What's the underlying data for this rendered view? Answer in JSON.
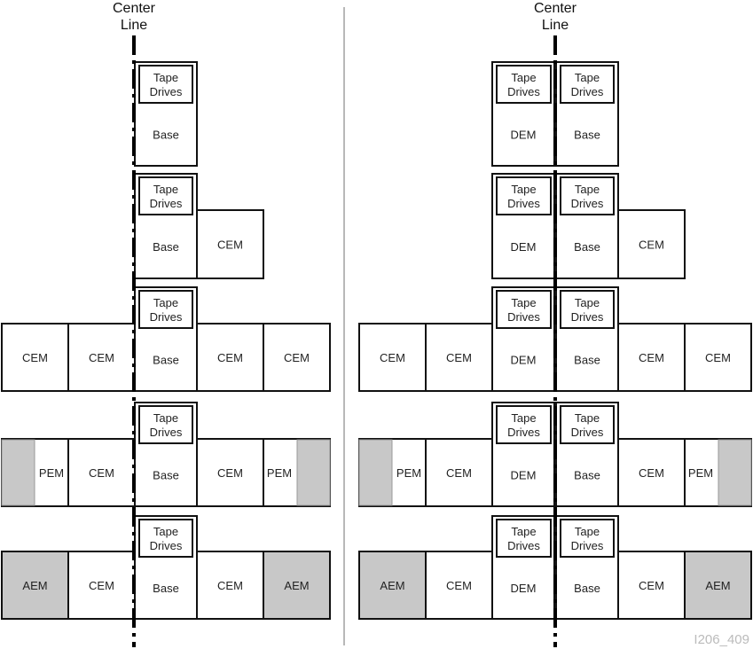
{
  "center_line_label": [
    "Center",
    "Line"
  ],
  "figure_id": "I206_409",
  "colors": {
    "shaded": "#c8c8c8",
    "stroke": "#111111",
    "divider": "#888888"
  },
  "left": {
    "rows": [
      [
        "Tape Drives",
        "Base"
      ],
      [
        "Tape Drives",
        "Base",
        "CEM"
      ],
      [
        "Tape Drives",
        "Base",
        "CEM",
        "CEM",
        "CEM",
        "CEM"
      ],
      [
        "Tape Drives",
        "Base",
        "PEM",
        "CEM",
        "CEM",
        "PEM"
      ],
      [
        "Tape Drives",
        "Base",
        "AEM",
        "CEM",
        "CEM",
        "AEM"
      ]
    ]
  },
  "right": {
    "rows": [
      [
        "Tape Drives",
        "Tape Drives",
        "DEM",
        "Base"
      ],
      [
        "Tape Drives",
        "Tape Drives",
        "DEM",
        "Base",
        "CEM"
      ],
      [
        "Tape Drives",
        "Tape Drives",
        "DEM",
        "Base",
        "CEM",
        "CEM",
        "CEM",
        "CEM"
      ],
      [
        "Tape Drives",
        "Tape Drives",
        "DEM",
        "Base",
        "PEM",
        "CEM",
        "CEM",
        "PEM"
      ],
      [
        "Tape Drives",
        "Tape Drives",
        "DEM",
        "Base",
        "AEM",
        "CEM",
        "CEM",
        "AEM"
      ]
    ]
  }
}
